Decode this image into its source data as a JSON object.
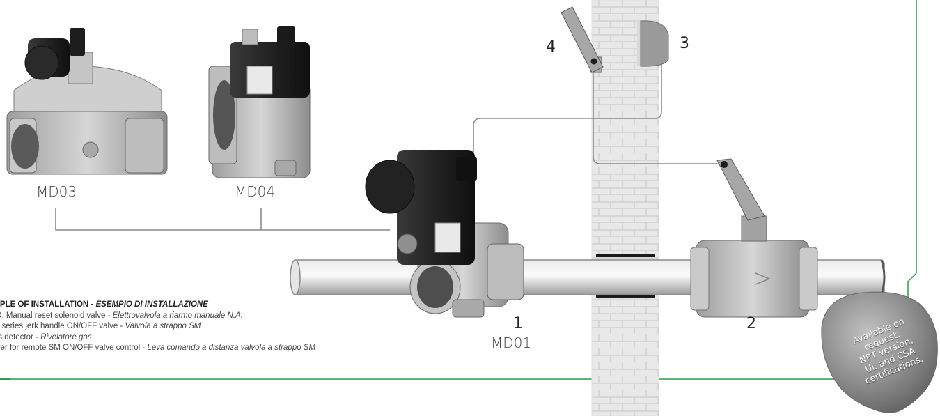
{
  "models": {
    "md03": "MD03",
    "md04": "MD04",
    "md01": "MD01"
  },
  "callouts": {
    "n1": "1",
    "n2": "2",
    "n3": "3",
    "n4": "4"
  },
  "legend": {
    "title_en": "AMPLE OF INSTALLATION - ",
    "title_it": "ESEMPIO DI INSTALLAZIONE",
    "items": [
      {
        "en": "N.O. Manual reset solenoid valve - ",
        "it": "Elettrovalvola a riarmo manuale N.A."
      },
      {
        "en": "SM series jerk handle ON/OFF valve - ",
        "it": "Valvola a strappo SM"
      },
      {
        "en": "Gas detector - ",
        "it": "Rivelatore gas"
      },
      {
        "en": "Lever for remote SM ON/OFF valve control - ",
        "it": "Leva comando a distanza valvola a strappo SM"
      }
    ]
  },
  "badge": {
    "lines": [
      "Available on",
      "request:",
      "NPT version,",
      "UL and CSA",
      "certifications."
    ]
  },
  "colors": {
    "frame_green": "#2e9a4e",
    "pipe": "#d0d0d0",
    "valve_dark": "#1e1e1e",
    "valve_body": "#b4b4b4",
    "badge": "#8a8a8a"
  }
}
